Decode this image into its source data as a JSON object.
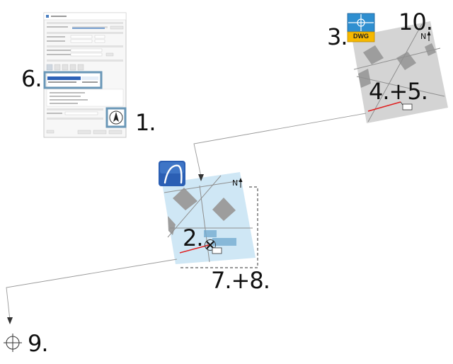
{
  "steps": {
    "s1": "1.",
    "s2": "2.",
    "s3": "3.",
    "s45": "4.+5.",
    "s6": "6.",
    "s78": "7.+8.",
    "s9": "9.",
    "s10": "10."
  },
  "north_label": "N",
  "dwg_label": "DWG",
  "colors": {
    "dialog_highlight": "#6a97b7",
    "plan_blue": "#cfe7f5",
    "plan_gray": "#d4d4d4",
    "building": "#9d9d9d",
    "red_line": "#e02020",
    "archicad_blue": "#2b5fb4",
    "dwg_blue": "#2f8fd0",
    "dwg_yellow": "#f5b800"
  },
  "icons": [
    "north-arrow-icon",
    "archicad-logo-icon",
    "dwg-file-icon",
    "crosshair-origin-icon",
    "move-cursor-icon"
  ]
}
